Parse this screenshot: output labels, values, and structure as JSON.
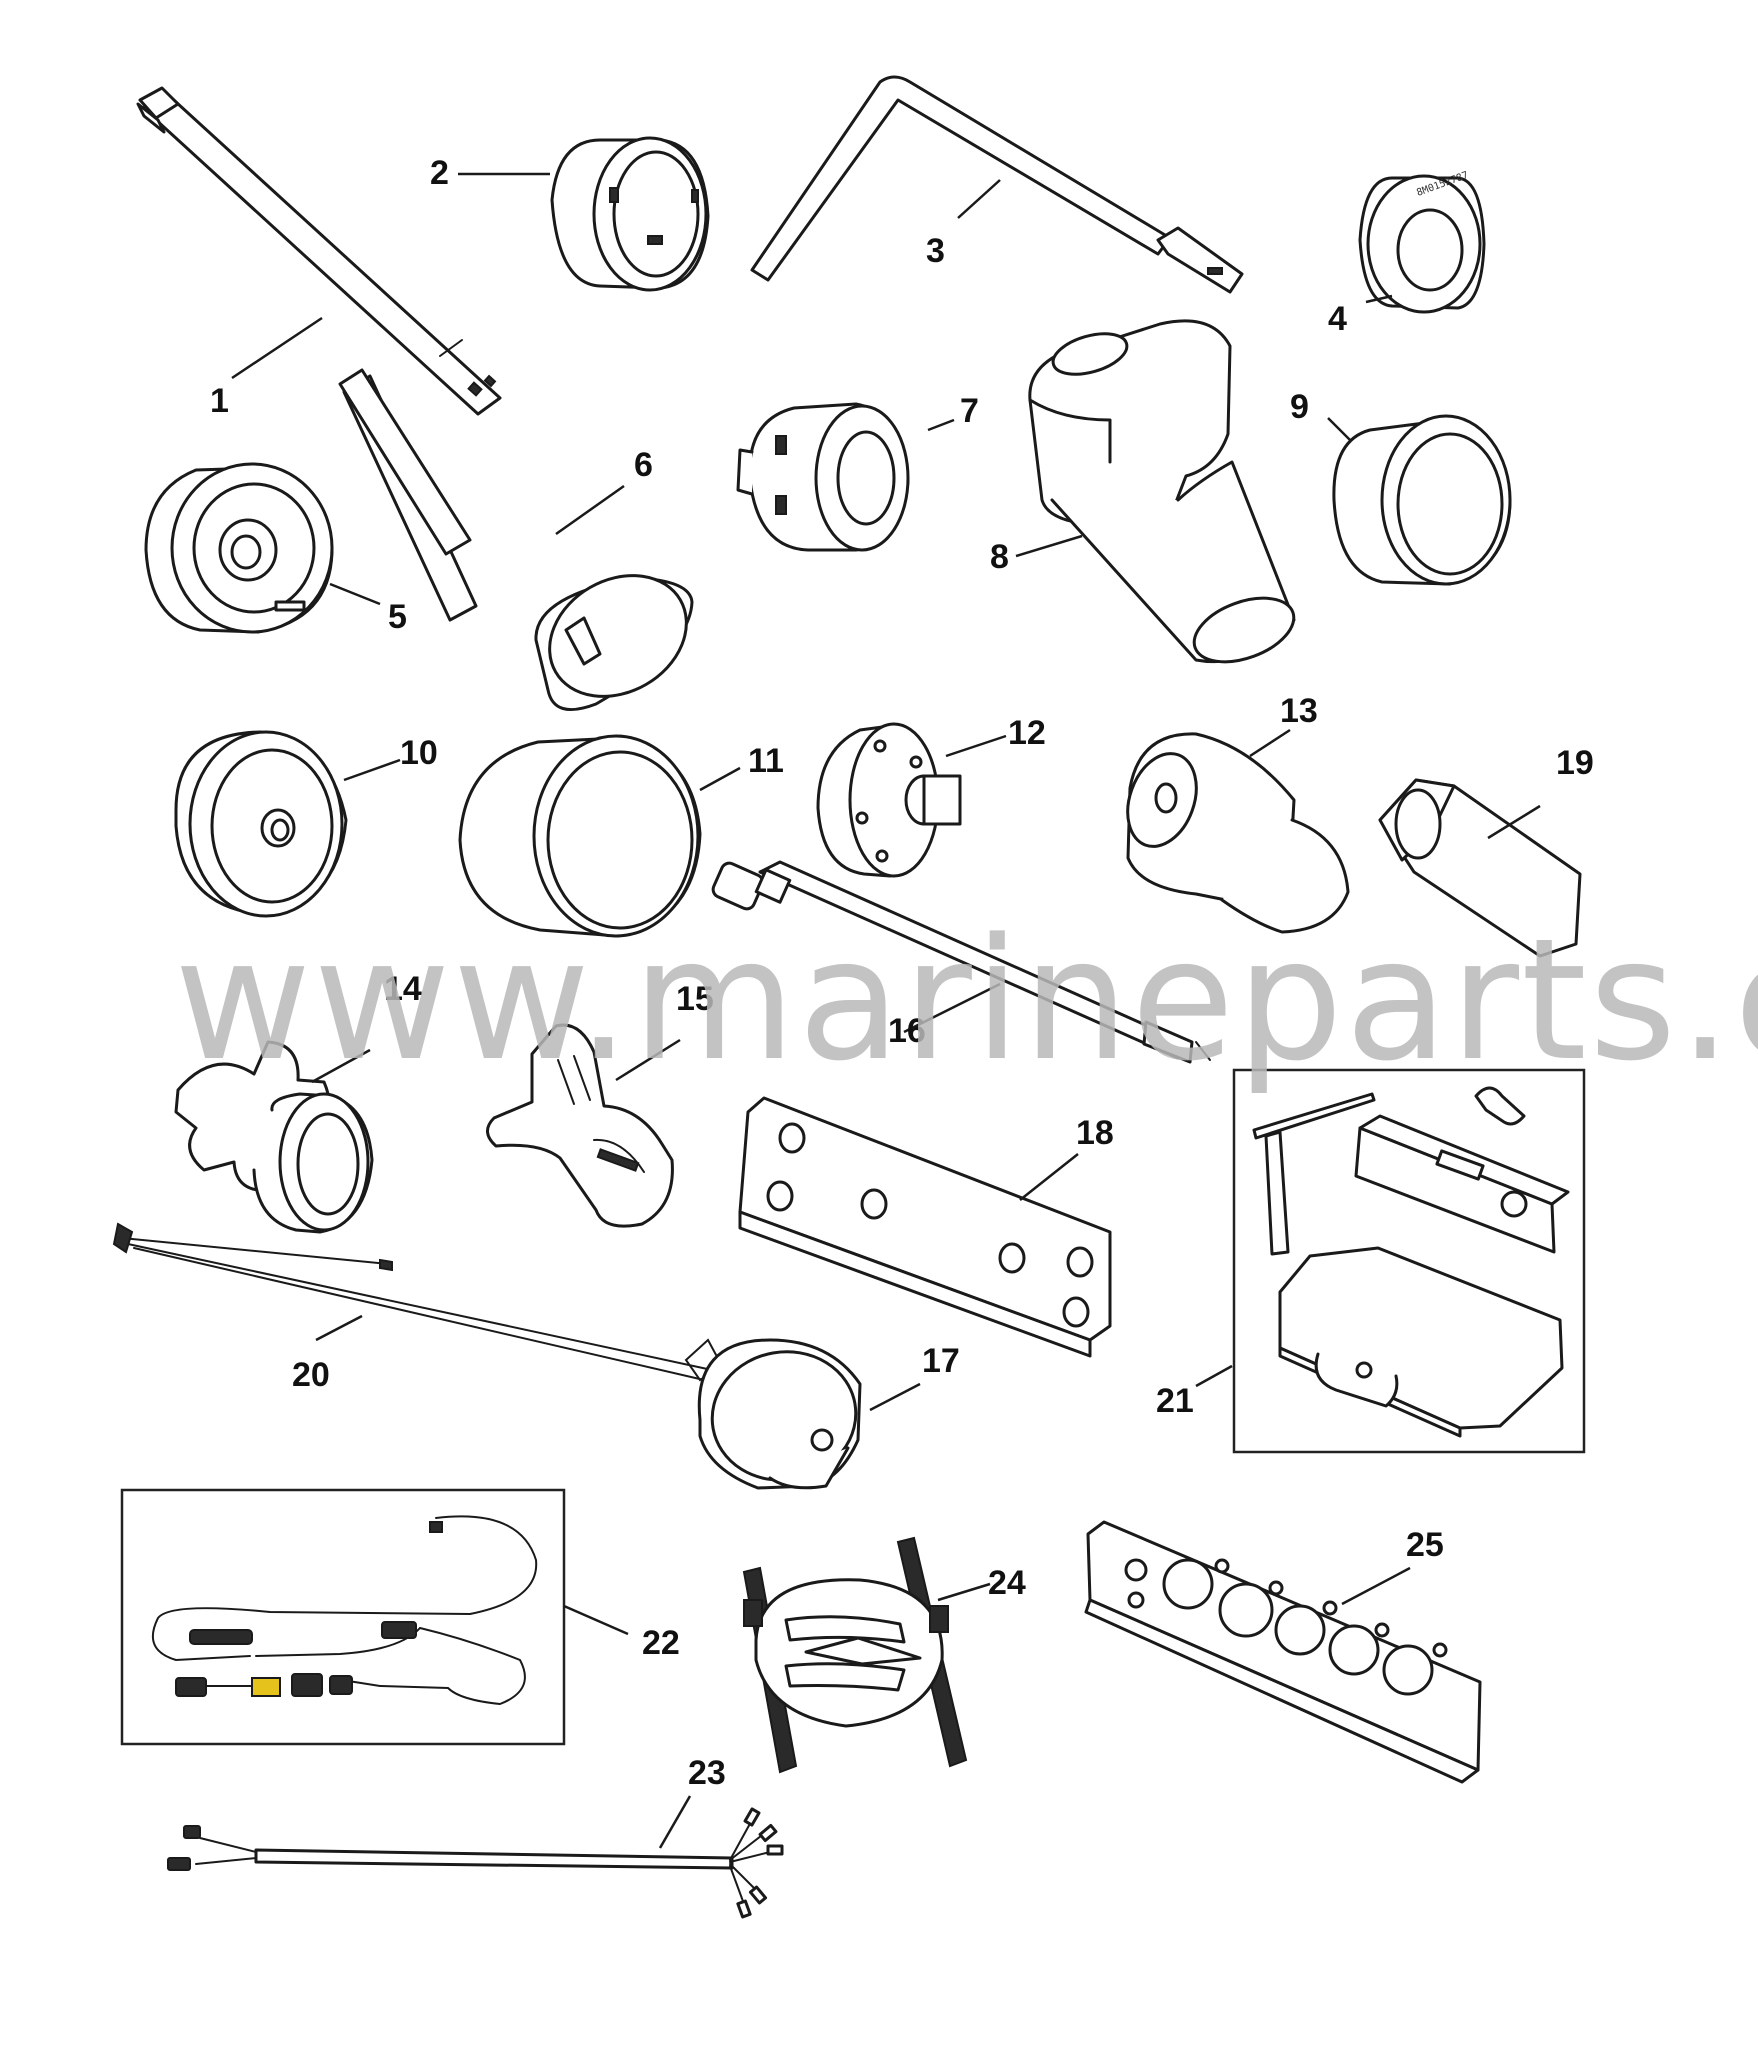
{
  "watermark": "www.marineparts.eu",
  "callouts": [
    {
      "id": "1",
      "text": "1"
    },
    {
      "id": "2",
      "text": "2"
    },
    {
      "id": "3",
      "text": "3"
    },
    {
      "id": "4",
      "text": "4"
    },
    {
      "id": "5",
      "text": "5"
    },
    {
      "id": "6",
      "text": "6"
    },
    {
      "id": "7",
      "text": "7"
    },
    {
      "id": "8",
      "text": "8"
    },
    {
      "id": "9",
      "text": "9"
    },
    {
      "id": "10",
      "text": "10"
    },
    {
      "id": "11",
      "text": "11"
    },
    {
      "id": "12",
      "text": "12"
    },
    {
      "id": "13",
      "text": "13"
    },
    {
      "id": "14",
      "text": "14"
    },
    {
      "id": "15",
      "text": "15"
    },
    {
      "id": "16",
      "text": "16"
    },
    {
      "id": "17",
      "text": "17"
    },
    {
      "id": "18",
      "text": "18"
    },
    {
      "id": "19",
      "text": "19"
    },
    {
      "id": "20",
      "text": "20"
    },
    {
      "id": "21",
      "text": "21"
    },
    {
      "id": "22",
      "text": "22"
    },
    {
      "id": "23",
      "text": "23"
    },
    {
      "id": "24",
      "text": "24"
    },
    {
      "id": "25",
      "text": "25"
    }
  ]
}
